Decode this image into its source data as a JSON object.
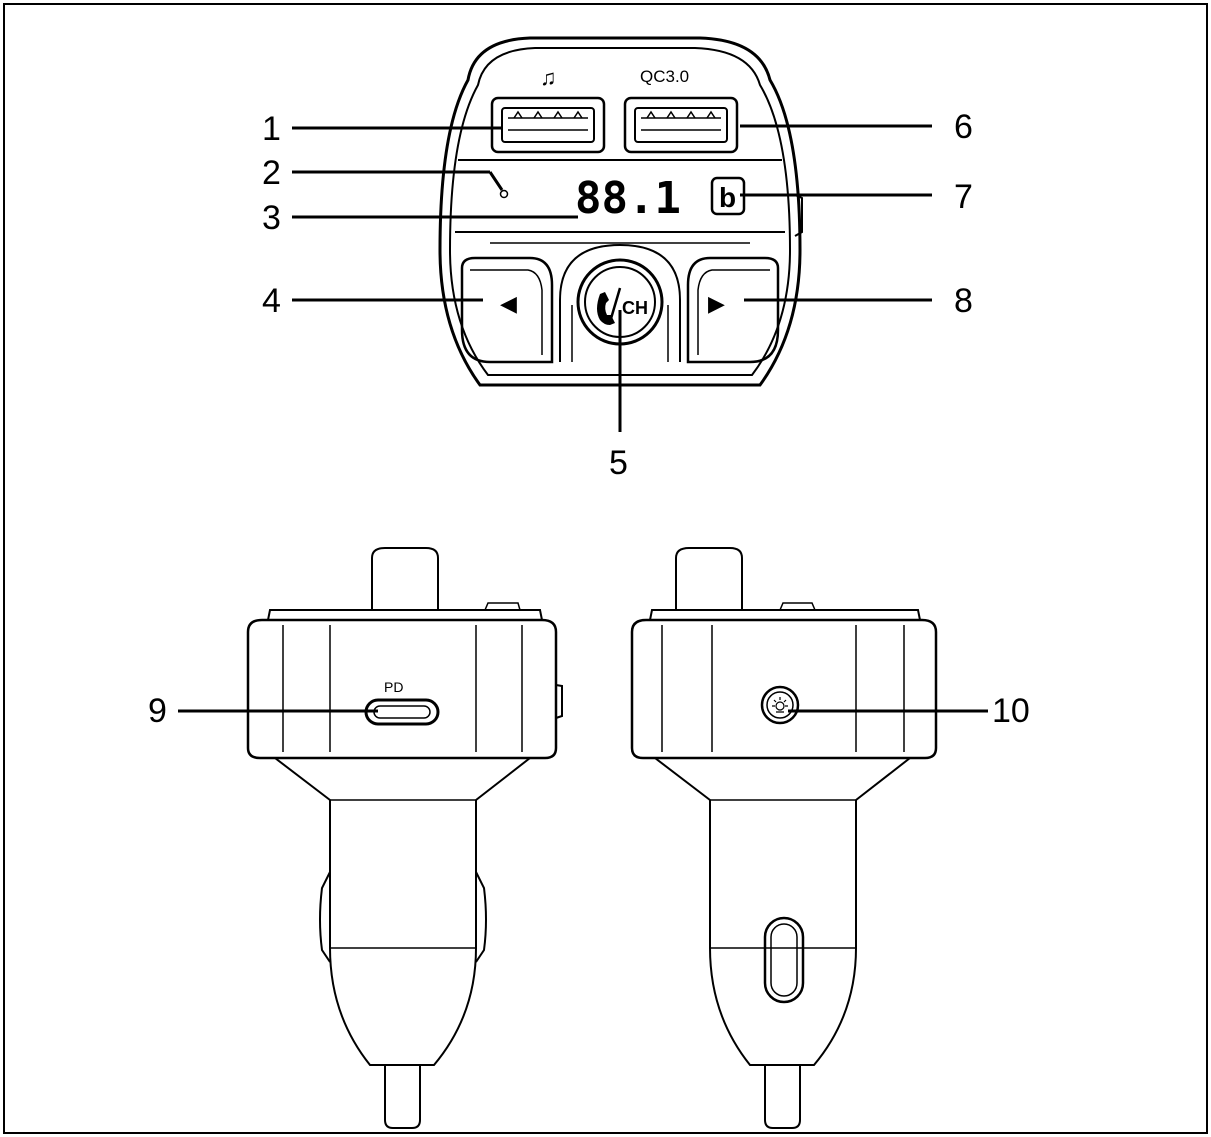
{
  "colors": {
    "line": "#000000",
    "background": "#ffffff"
  },
  "device_labels": {
    "music_icon": "♫",
    "qc_label": "QC3.0",
    "display_value": "88.1",
    "bt_button": "b",
    "prev_arrow": "◀",
    "next_arrow": "▶",
    "call_ch_label": "CH",
    "call_icon": "phone-icon",
    "pd_label": "PD",
    "light_icon": "light-icon"
  },
  "callouts": [
    {
      "id": "1",
      "label": "1"
    },
    {
      "id": "2",
      "label": "2"
    },
    {
      "id": "3",
      "label": "3"
    },
    {
      "id": "4",
      "label": "4"
    },
    {
      "id": "5",
      "label": "5"
    },
    {
      "id": "6",
      "label": "6"
    },
    {
      "id": "7",
      "label": "7"
    },
    {
      "id": "8",
      "label": "8"
    },
    {
      "id": "9",
      "label": "9"
    },
    {
      "id": "10",
      "label": "10"
    }
  ]
}
